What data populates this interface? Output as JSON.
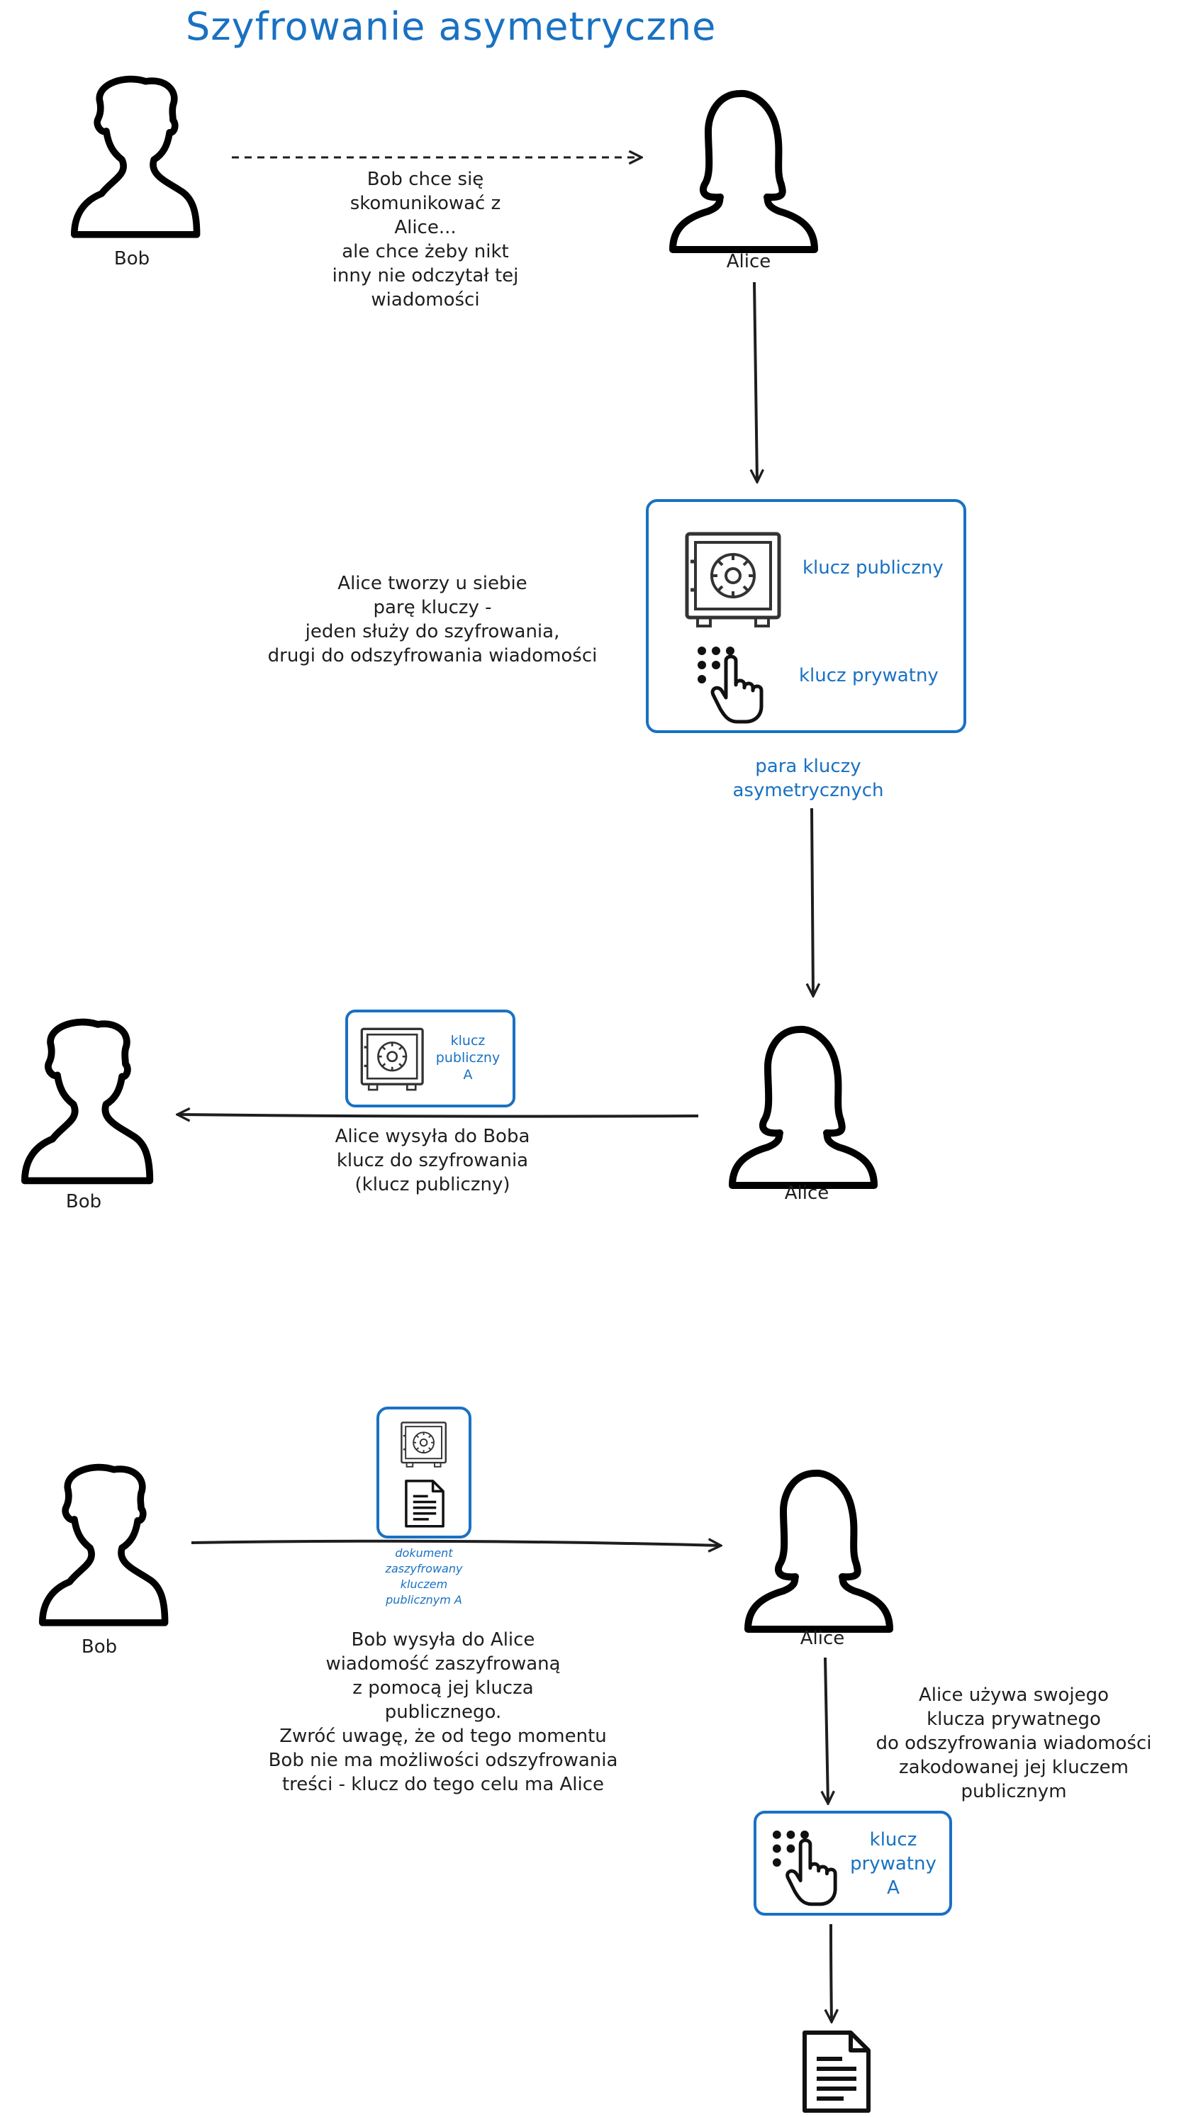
{
  "title": "Szyfrowanie asymetryczne",
  "stage1": {
    "bob_label": "Bob",
    "alice_label": "Alice",
    "note": "Bob chce się\nskomunikować z\nAlice...\nale chce żeby nikt\ninny nie odczytał tej\nwiadomości"
  },
  "stage2": {
    "note": "Alice tworzy u siebie\nparę kluczy -\njeden służy do szyfrowania,\ndrugi do odszyfrowania wiadomości",
    "public_key_label": "klucz publiczny",
    "private_key_label": "klucz prywatny",
    "pair_caption": "para kluczy\nasymetrycznych"
  },
  "stage3": {
    "bob_label": "Bob",
    "alice_label": "Alice",
    "box_label": "klucz\npubliczny\nA",
    "note": "Alice wysyła do Boba\nklucz do szyfrowania\n(klucz publiczny)"
  },
  "stage4": {
    "bob_label": "Bob",
    "alice_label": "Alice",
    "doc_caption": "dokument\nzaszyfrowany\nkluczem\npublicznym A",
    "note": "Bob wysyła do Alice\nwiadomość zaszyfrowaną\nz pomocą jej klucza\npublicznego.\nZwróć uwagę, że od tego momentu\nBob nie ma możliwości odszyfrowania\ntreści - klucz do tego celu ma Alice",
    "alice_note": "Alice używa swojego\nklucza prywatnego\ndo odszyfrowania wiadomości\nzakodowanej jej kluczem publicznym",
    "private_box_label": "klucz\nprywatny\nA"
  },
  "colors": {
    "accent": "#1971c2",
    "stroke": "#1e1e1e"
  },
  "icons": [
    "male-person-icon",
    "female-person-icon",
    "safe-icon",
    "keypad-hand-icon",
    "document-icon"
  ]
}
